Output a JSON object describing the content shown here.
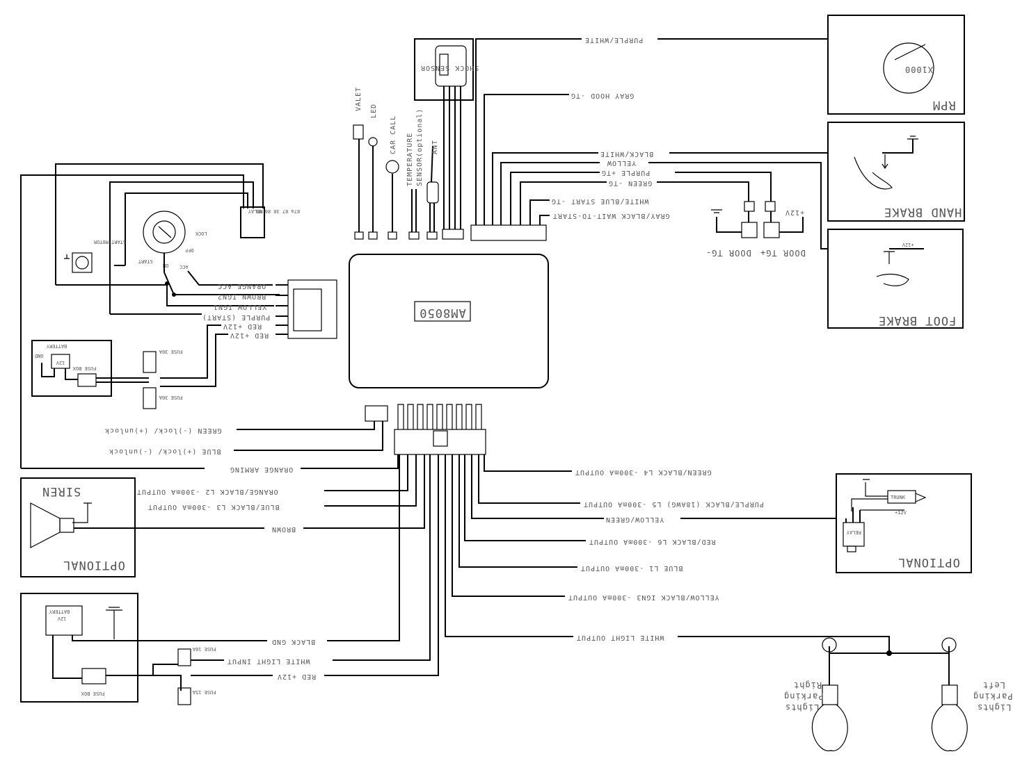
{
  "unit": {
    "label": "AM8050"
  },
  "top_components": {
    "shock_sensor": "SHOCK SENSOR",
    "valet": "VALET",
    "led": "LED",
    "car_call": "CAR CALL",
    "temperature": "TEMPERATURE",
    "sensor": "SENSOR(optional)",
    "ant": "ANT"
  },
  "right_wires": [
    "PURPLE/WHITE",
    "GRAY HOOD -TG",
    "BLACK/WHITE",
    "YELLOW",
    "PURPLE +TG",
    "GREEN -TG",
    "WHITE/BLUE START -TG",
    "GRAY/BLACK WAIT-TO-START"
  ],
  "rpm": {
    "label": "RPM",
    "dial": "X1000"
  },
  "hand_brake": {
    "label": "HAND BRAKE",
    "ground": ""
  },
  "foot_brake": {
    "label": "FOOT BRAKE",
    "voltage": "+12V"
  },
  "door": {
    "plus_v": "+12V",
    "door_neg": "DOOR TG-",
    "door_pos": "DOOR TG+"
  },
  "ignition": {
    "relay": "RELAY",
    "relay_pins": "87a 87 30 86 85",
    "lock": "LOCK",
    "off": "OFF",
    "on": "ON",
    "start": "START",
    "acc": "ACC",
    "start_motor": "START MOTOR"
  },
  "left_wires": [
    "ORANGE ACC",
    "BROWN IGN2",
    "YELLOW IGN1",
    "PURPLE (START)",
    "RED +12V",
    "RED +12V"
  ],
  "battery_top": {
    "battery": "BATTERY",
    "gnd": "GND",
    "volts": "12V",
    "fuse_box": "FUSE BOX",
    "fuse1": "FUSE 30A",
    "fuse2": "FUSE 30A"
  },
  "lock_wires": [
    "GREEN (-)lock/ (+)unlock",
    "BLUE (+)lock/ (-)unlock",
    "ORANGE ARMING"
  ],
  "siren": {
    "label": "SIREN",
    "optional": "OPTIONAL",
    "wires": [
      "ORANGE/BLACK L2 -300mA OUTPUT",
      "BLUE/BLACK L3 -300mA OUTPUT",
      "BROWN"
    ]
  },
  "bottom_left": {
    "battery": "BATTERY",
    "volts": "12V",
    "fuse_box": "FUSE BOX",
    "fuse10": "FUSE 10A",
    "fuse15": "FUSE 15A",
    "wires": [
      "BLACK GND",
      "WHITE LIGHT INPUT",
      "RED +12V"
    ]
  },
  "bottom_right_wires": [
    "GREEN/BLACK L4 -300mA OUTPUT",
    "PURPLE/BLACK (18AWG) L5 -300mA OUTPUT",
    "YELLOW/GREEN",
    "RED/BLACK L6 -300mA OUTPUT",
    "BLUE L1 -300mA OUTPUT",
    "YELLOW/BLACK IGN3 -300mA OUTPUT",
    "WHITE LIGHT OUTPUT"
  ],
  "trunk": {
    "trunk": "TRUNK",
    "relay": "RELAY",
    "volts": "+12V",
    "optional": "OPTIONAL"
  },
  "lights": {
    "right": [
      "Right",
      "Parking",
      "Lights"
    ],
    "left": [
      "Left",
      "Parking",
      "Lights"
    ]
  }
}
